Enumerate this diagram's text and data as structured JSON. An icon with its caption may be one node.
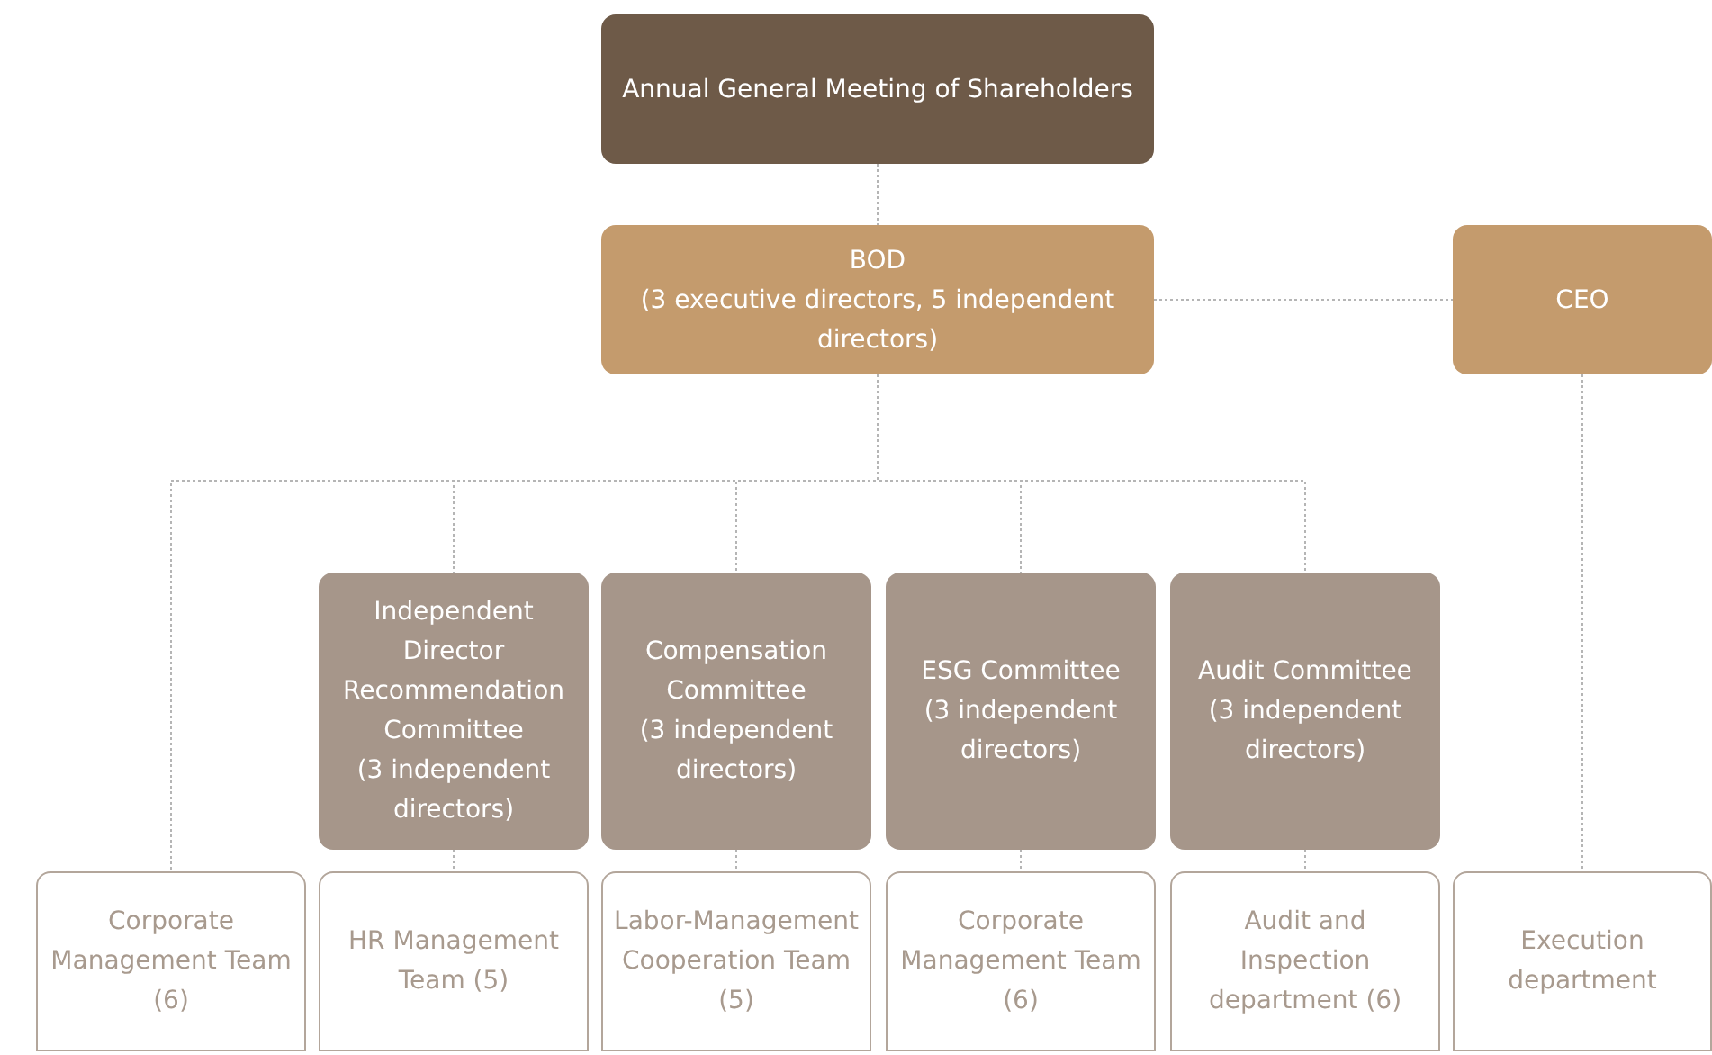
{
  "diagram": {
    "nodes": [
      {
        "text": [
          "Annual General Meeting of Shareholders"
        ]
      },
      {
        "text": [
          "BOD",
          "(3 executive directors, 5 independent directors)"
        ]
      },
      {
        "text": [
          "CEO"
        ]
      },
      {
        "text": [
          "Independent Director Recommendation Committee",
          "(3 independent directors)"
        ]
      },
      {
        "text": [
          "Compensation Committee",
          "(3 independent directors)"
        ]
      },
      {
        "text": [
          "ESG Committee",
          "(3 independent directors)"
        ]
      },
      {
        "text": [
          "Audit Committee",
          "(3 independent directors)"
        ]
      },
      {
        "text": [
          "Corporate Management Team (6)"
        ]
      },
      {
        "text": [
          "HR Management Team (5)"
        ]
      },
      {
        "text": [
          "Labor-Management Cooperation Team (5)"
        ]
      },
      {
        "text": [
          "Corporate Management Team (6)"
        ]
      },
      {
        "text": [
          "Audit and Inspection department (6)"
        ]
      },
      {
        "text": [
          "Execution department"
        ]
      }
    ],
    "edges": [
      {
        "from": 0,
        "to": 1,
        "arrow": "none"
      },
      {
        "from": 1,
        "to": 2,
        "arrow": "none"
      },
      {
        "from": 1,
        "to": 7,
        "arrow": "none"
      },
      {
        "from": 1,
        "to": 3,
        "arrow": "none"
      },
      {
        "from": 1,
        "to": 4,
        "arrow": "none"
      },
      {
        "from": 1,
        "to": 5,
        "arrow": "none"
      },
      {
        "from": 1,
        "to": 6,
        "arrow": "none"
      },
      {
        "from": 3,
        "to": 8,
        "arrow": "none"
      },
      {
        "from": 4,
        "to": 9,
        "arrow": "none"
      },
      {
        "from": 5,
        "to": 10,
        "arrow": "none"
      },
      {
        "from": 6,
        "to": 11,
        "arrow": "none"
      },
      {
        "from": 2,
        "to": 12,
        "arrow": "none"
      }
    ]
  }
}
